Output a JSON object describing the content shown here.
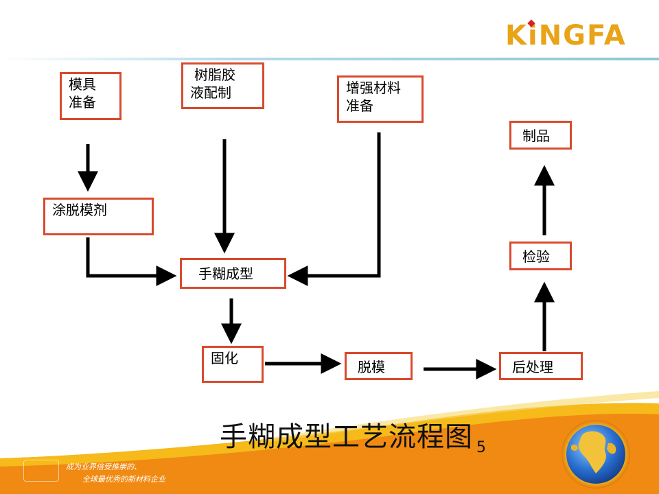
{
  "logo": {
    "text": "KiNGFA",
    "color": "#e8a317",
    "accent": "#d9202a"
  },
  "diagram": {
    "nodes": {
      "mold": [
        "模具",
        "准备"
      ],
      "resin": [
        "树脂胶",
        "液配制"
      ],
      "reinforce": [
        "增强材料",
        "准备"
      ],
      "release": [
        "涂脱模剂"
      ],
      "layup": [
        "手糊成型"
      ],
      "cure": [
        "固化"
      ],
      "demold": [
        "脱模"
      ],
      "post": [
        "后处理"
      ],
      "inspect": [
        "检验"
      ],
      "product": [
        "制品"
      ]
    },
    "border_color": "#d94a2e"
  },
  "caption": "手糊成型工艺流程图",
  "page_number": "5",
  "footer": {
    "motto_line1": "成为业界倍受推崇的、",
    "motto_line2": "全球最优秀的新材料企业",
    "colors": {
      "orange": "#f08a12",
      "yellow": "#f7c21c"
    }
  },
  "icons": {
    "globe": "globe-icon"
  }
}
